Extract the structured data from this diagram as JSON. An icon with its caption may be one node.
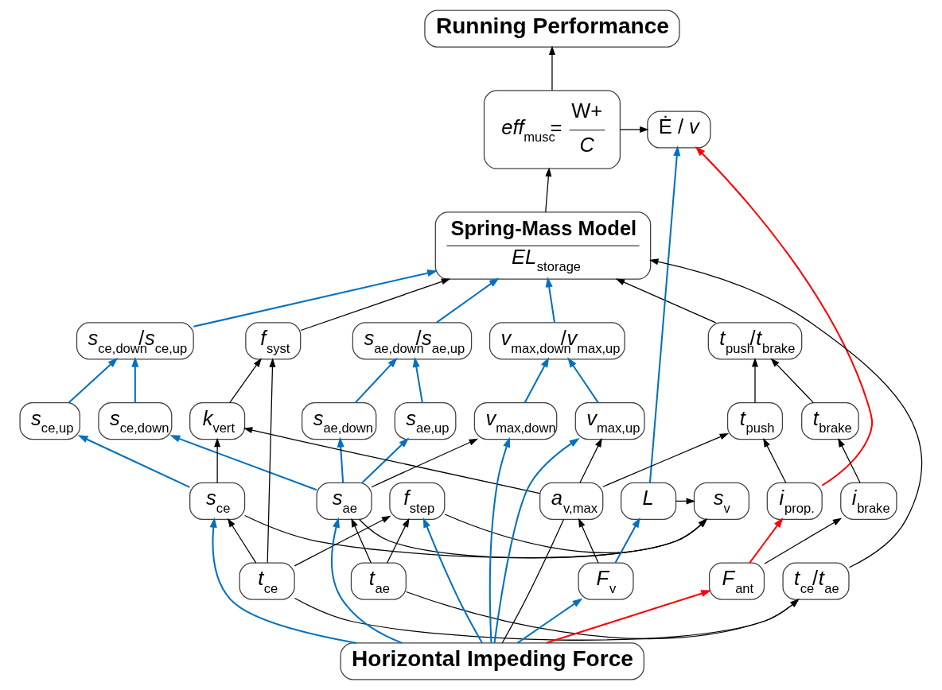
{
  "diagram": {
    "nodes": [
      {
        "text": [
          "Running Performance"
        ]
      },
      {
        "text": [
          "*eff*$_{musc}$=",
          "W+",
          "*C*"
        ]
      },
      {
        "text": [
          "Ė / *v*"
        ]
      },
      {
        "text": [
          "Spring-Mass Model",
          "*EL*$_{storage}$"
        ]
      },
      {
        "text": [
          "*v*$_{max,down}$/*v*$_{max,up}$"
        ]
      },
      {
        "text": [
          "*s*$_{ae,down}$/*s*$_{ae,up}$"
        ]
      },
      {
        "text": [
          "*s*$_{ce,down}$/*s*$_{ce,up}$"
        ]
      },
      {
        "text": [
          "*f*$_{syst}$"
        ]
      },
      {
        "text": [
          "*t*$_{push}$/*t*$_{brake}$"
        ]
      },
      {
        "text": [
          "*v*$_{max,down}$"
        ]
      },
      {
        "text": [
          "*v*$_{max,up}$"
        ]
      },
      {
        "text": [
          "*s*$_{ae,down}$"
        ]
      },
      {
        "text": [
          "*s*$_{ae,up}$"
        ]
      },
      {
        "text": [
          "*s*$_{ce,down}$"
        ]
      },
      {
        "text": [
          "*s*$_{ce,up}$"
        ]
      },
      {
        "text": [
          "*k*$_{vert}$"
        ]
      },
      {
        "text": [
          "*t*$_{push}$"
        ]
      },
      {
        "text": [
          "*t*$_{brake}$"
        ]
      },
      {
        "text": [
          "*f*$_{step}$"
        ]
      },
      {
        "text": [
          "*s*$_{ae}$"
        ]
      },
      {
        "text": [
          "*s*$_{ce}$"
        ]
      },
      {
        "text": [
          "*s*$_{v}$"
        ]
      },
      {
        "text": [
          "*L*"
        ]
      },
      {
        "text": [
          "*a*$_{v,max}$"
        ]
      },
      {
        "text": [
          "*i*$_{prop.}$"
        ]
      },
      {
        "text": [
          "*i*$_{brake}$"
        ]
      },
      {
        "text": [
          "*t*$_{ce}$/*t*$_{ae}$"
        ]
      },
      {
        "text": [
          "*t*$_{ae}$"
        ]
      },
      {
        "text": [
          "*t*$_{ce}$"
        ]
      },
      {
        "text": [
          "*F*$_{v}$"
        ]
      },
      {
        "text": [
          "*F*$_{ant}$"
        ]
      },
      {
        "text": [
          "Horizontal Impeding Force"
        ]
      }
    ],
    "edges": [
      {
        "from": 1,
        "to": 0,
        "arrow": "to"
      },
      {
        "from": 1,
        "to": 2,
        "arrow": "to"
      },
      {
        "from": 3,
        "to": 1,
        "arrow": "to"
      },
      {
        "from": 24,
        "to": 2,
        "arrow": "to",
        "color": "#ff0000"
      },
      {
        "from": 22,
        "to": 2,
        "arrow": "to",
        "color": "#0070c0"
      },
      {
        "from": 4,
        "to": 3,
        "arrow": "to",
        "color": "#0070c0"
      },
      {
        "from": 5,
        "to": 3,
        "arrow": "to",
        "color": "#0070c0"
      },
      {
        "from": 26,
        "to": 3,
        "arrow": "to"
      },
      {
        "from": 6,
        "to": 3,
        "arrow": "to",
        "color": "#0070c0"
      },
      {
        "from": 7,
        "to": 3,
        "arrow": "to"
      },
      {
        "from": 8,
        "to": 3,
        "arrow": "to"
      },
      {
        "from": 9,
        "to": 4,
        "arrow": "to",
        "color": "#0070c0"
      },
      {
        "from": 10,
        "to": 4,
        "arrow": "to",
        "color": "#0070c0"
      },
      {
        "from": 11,
        "to": 5,
        "arrow": "to",
        "color": "#0070c0"
      },
      {
        "from": 12,
        "to": 5,
        "arrow": "to",
        "color": "#0070c0"
      },
      {
        "from": 13,
        "to": 6,
        "arrow": "to",
        "color": "#0070c0"
      },
      {
        "from": 14,
        "to": 6,
        "arrow": "to",
        "color": "#0070c0"
      },
      {
        "from": 28,
        "to": 7,
        "arrow": "to"
      },
      {
        "from": 15,
        "to": 7,
        "arrow": "to"
      },
      {
        "from": 16,
        "to": 8,
        "arrow": "to"
      },
      {
        "from": 17,
        "to": 8,
        "arrow": "to"
      },
      {
        "from": 19,
        "to": 9,
        "arrow": "to"
      },
      {
        "from": 31,
        "to": 9,
        "arrow": "to",
        "color": "#0070c0"
      },
      {
        "from": 23,
        "to": 10,
        "arrow": "to"
      },
      {
        "from": 31,
        "to": 10,
        "arrow": "to",
        "color": "#0070c0"
      },
      {
        "from": 19,
        "to": 11,
        "arrow": "to",
        "color": "#0070c0"
      },
      {
        "from": 19,
        "to": 12,
        "arrow": "to",
        "color": "#0070c0"
      },
      {
        "from": 19,
        "to": 13,
        "arrow": "to",
        "color": "#0070c0"
      },
      {
        "from": 20,
        "to": 14,
        "arrow": "to",
        "color": "#0070c0"
      },
      {
        "from": 20,
        "to": 15,
        "arrow": "to"
      },
      {
        "from": 23,
        "to": 15,
        "arrow": "to"
      },
      {
        "from": 23,
        "to": 16,
        "arrow": "to"
      },
      {
        "from": 24,
        "to": 16,
        "arrow": "to"
      },
      {
        "from": 25,
        "to": 17,
        "arrow": "to"
      },
      {
        "from": 27,
        "to": 18,
        "arrow": "to"
      },
      {
        "from": 28,
        "to": 18,
        "arrow": "to"
      },
      {
        "from": 31,
        "to": 18,
        "arrow": "to",
        "color": "#0070c0"
      },
      {
        "from": 27,
        "to": 19,
        "arrow": "to"
      },
      {
        "from": 31,
        "to": 19,
        "arrow": "to",
        "color": "#0070c0"
      },
      {
        "from": 28,
        "to": 20,
        "arrow": "to"
      },
      {
        "from": 31,
        "to": 20,
        "arrow": "to",
        "color": "#0070c0"
      },
      {
        "from": 18,
        "to": 21,
        "arrow": "to"
      },
      {
        "from": 19,
        "to": 21,
        "arrow": "to"
      },
      {
        "from": 20,
        "to": 21,
        "arrow": "to"
      },
      {
        "from": 22,
        "to": 21,
        "arrow": "to"
      },
      {
        "from": 29,
        "to": 22,
        "arrow": "to",
        "color": "#0070c0"
      },
      {
        "from": 29,
        "to": 23,
        "arrow": "to"
      },
      {
        "from": 31,
        "to": 23,
        "arrow": "none"
      },
      {
        "from": 30,
        "to": 24,
        "arrow": "to",
        "color": "#ff0000"
      },
      {
        "from": 30,
        "to": 25,
        "arrow": "to"
      },
      {
        "from": 27,
        "to": 26,
        "arrow": "to"
      },
      {
        "from": 28,
        "to": 26,
        "arrow": "to"
      },
      {
        "from": 31,
        "to": 29,
        "arrow": "to",
        "color": "#0070c0"
      },
      {
        "from": 31,
        "to": 30,
        "arrow": "to",
        "color": "#ff0000"
      }
    ]
  }
}
